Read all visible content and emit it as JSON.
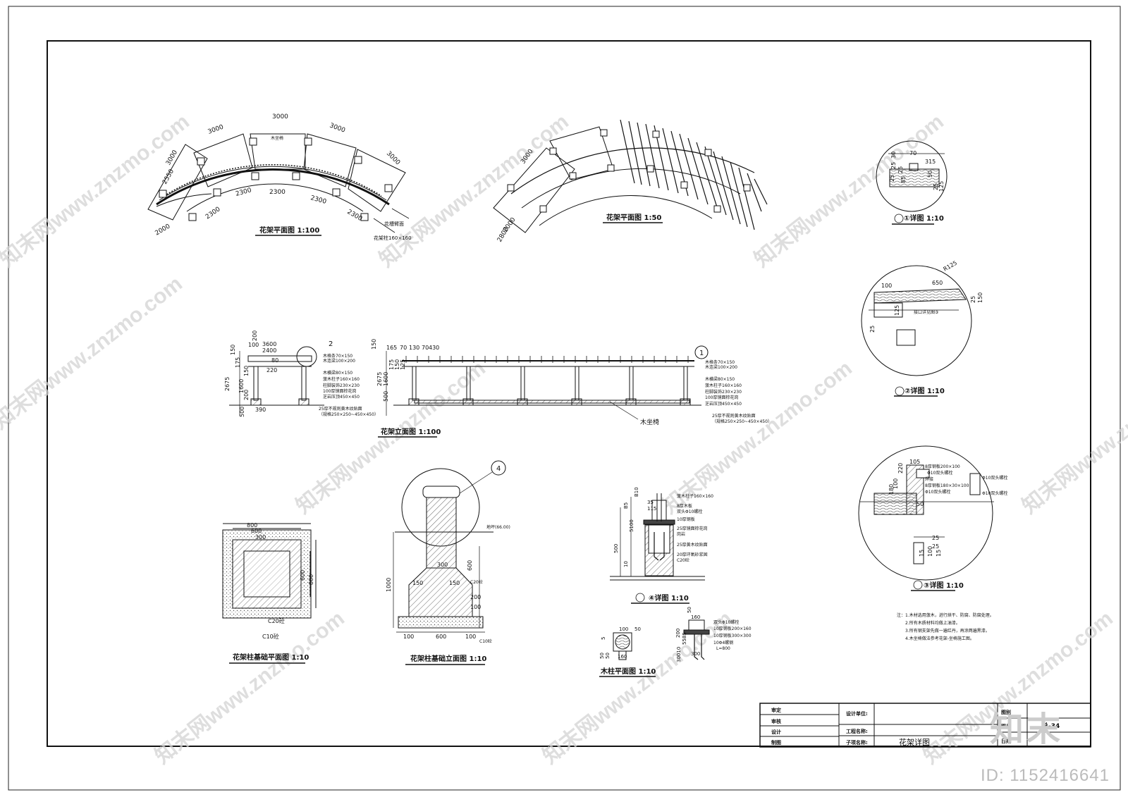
{
  "views": {
    "plan100": "花架平面图 1:100",
    "plan50": "花架平面图 1:50",
    "elev": "花架立面图 1:100",
    "footing_plan": "花架柱基础平面图 1:10",
    "footing_elev": "花架柱基础立面图 1:10",
    "wood_col": "木柱平面图 1:10",
    "d1": "①详图 1:10",
    "d2": "②详图 1:10",
    "d3": "③详图 1:10",
    "d4": "④详图 1:10"
  },
  "plan100": {
    "arc_dims": [
      "3000",
      "3000",
      "3000",
      "3000",
      "3000"
    ],
    "inner_dims": [
      "2300",
      "2300",
      "2300",
      "2300",
      "2300"
    ],
    "left_dims": [
      "2550",
      "2000"
    ],
    "beam_label": "木坐椅",
    "note1": "花槽臂面",
    "note2": "花架柱160×160"
  },
  "plan50": {
    "dims": [
      "3000",
      "2000",
      "2800"
    ]
  },
  "elev": {
    "dims_left": [
      "3600",
      "2400",
      "80",
      "220",
      "100",
      "200",
      "150",
      "175",
      "150",
      "1600",
      "2675",
      "200",
      "500",
      "390"
    ],
    "dims_right": [
      "165",
      "70",
      "130",
      "70",
      "430",
      "150",
      "2675",
      "1600",
      "175",
      "150",
      "125",
      "500"
    ],
    "labels": [
      "木格条70×150",
      "木连梁100×200",
      "木横梁80×150",
      "菠木柱子160×160",
      "柱脚装饰230×230",
      "100厚镜面棕花岗",
      "芝岩压顶450×450",
      "25厚不规则黄木纹贴面",
      "（规格250×250~450×450）"
    ],
    "seat": "木坐椅",
    "marks": [
      "2",
      "1"
    ]
  },
  "footing_plan": {
    "dims": [
      "800",
      "600",
      "300",
      "600",
      "800"
    ],
    "c20": "C20砼",
    "c10": "C10砼"
  },
  "footing_elev": {
    "dims": [
      "1000",
      "300",
      "150",
      "150",
      "600",
      "200",
      "100",
      "100",
      "600",
      "100"
    ],
    "ground": "地坪(66.00)",
    "mark": "4",
    "c20": "C20砼",
    "c10": "C10砼"
  },
  "detail4": {
    "labels": [
      "菠木柱子160×160",
      "8厚木板",
      "双头Φ10螺栓",
      "10厚钢板",
      "25厚镜面棕花岗",
      "岗岩",
      "25厚黄木纹贴面",
      "20厚环氧砂浆固",
      "C20砼"
    ],
    "dims": [
      "B10",
      "35",
      "115",
      "B5",
      "5100",
      "500",
      "10"
    ]
  },
  "wood_col": {
    "dims": [
      "5",
      "100",
      "50",
      "50",
      "160",
      "50"
    ],
    "labels": [
      "双头Φ10螺栓",
      "10厚钢板200×160",
      "10厚钢板300×300",
      "10Φ4螺钢",
      "L=800"
    ],
    "dims2": [
      "160",
      "50",
      "200",
      "5585",
      "30010",
      "300"
    ]
  },
  "detail1": {
    "dims": [
      "30",
      "25",
      "70",
      "315",
      "25",
      "50",
      "25",
      "125",
      "25",
      "85"
    ]
  },
  "detail2": {
    "dims": [
      "R125",
      "100",
      "650",
      "25",
      "125",
      "25",
      "150"
    ],
    "note": "接口详见图③"
  },
  "detail3": {
    "labels": [
      "8厚钢板200×100",
      "Φ10双头螺栓",
      "焊接",
      "8厚钢板180×30×100",
      "Φ10双头螺栓",
      "Φ10双头螺栓",
      "Φ10双头螺栓"
    ],
    "dims": [
      "105",
      "220",
      "180",
      "100",
      "50",
      "25",
      "15",
      "25",
      "100",
      "15"
    ]
  },
  "notes": [
    "注：1.木材选用菠木，进行烘干、防腐、防腐处理。",
    "2.所有木质材料均做上油漆。",
    "3.所有钢支架先做一遍红丹，再涂两遍黑漆。",
    "4.木坐椅做法参考花架-坐椅施工图。"
  ],
  "title_block": {
    "left": [
      "审定",
      "审核",
      "设计",
      "制图"
    ],
    "mid": [
      "设计单位:",
      "工程名称:",
      "子项名称:"
    ],
    "subitem": "花架详图",
    "right": [
      "图别",
      "图号",
      "日期"
    ],
    "sheet_no": "总-34"
  },
  "watermark": "知末网www.znzmo.com",
  "brand": "知末",
  "id_label": "ID: 1152416641"
}
